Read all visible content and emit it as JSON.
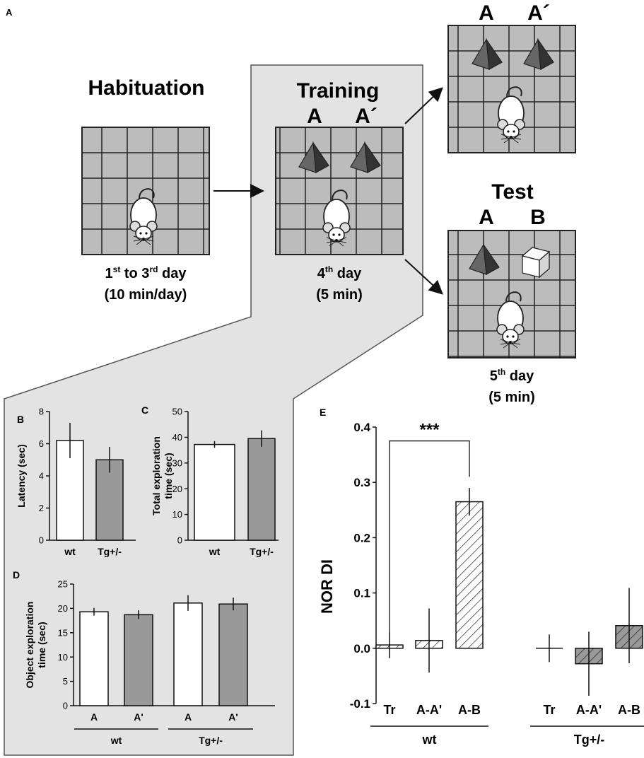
{
  "panel_letters": {
    "a": "A",
    "b": "B",
    "c": "C",
    "d": "D",
    "e": "E"
  },
  "protocol": {
    "habituation": {
      "title": "Habituation",
      "day_1": "1",
      "sup_1": "st",
      "day_mid": " to 3",
      "sup_2": "rd",
      "day_end": " day",
      "duration": "(10 min/day)"
    },
    "training": {
      "title": "Training",
      "obj_left": "A",
      "obj_right": "A´",
      "day": "4",
      "sup": "th",
      "day_end": " day",
      "duration": "(5 min)"
    },
    "top_arena": {
      "obj_left": "A",
      "obj_right": "A´"
    },
    "test": {
      "title": "Test",
      "obj_left": "A",
      "obj_right": "B",
      "day": "5",
      "sup": "th",
      "day_end": " day",
      "duration": "(5 min)"
    }
  },
  "colors": {
    "white_bar": "#ffffff",
    "gray_bar": "#999999",
    "panel_bg": "#e3e3e3",
    "tile": "#bcbcbc"
  },
  "chart_data": [
    {
      "id": "B",
      "type": "bar",
      "categories": [
        "wt",
        "Tg+/-"
      ],
      "values": [
        6.2,
        5.0
      ],
      "errors": [
        1.1,
        0.8
      ],
      "ylabel": "Latency (sec)",
      "ylim": [
        0,
        8
      ],
      "yticks": [
        0,
        2,
        4,
        6,
        8
      ],
      "fills": [
        "#ffffff",
        "#999999"
      ]
    },
    {
      "id": "C",
      "type": "bar",
      "categories": [
        "wt",
        "Tg+/-"
      ],
      "values": [
        37.2,
        39.5
      ],
      "errors": [
        1.3,
        3.2
      ],
      "ylabel": [
        "Total exploration",
        "time (sec)"
      ],
      "ylim": [
        0,
        50
      ],
      "yticks": [
        0,
        10,
        20,
        30,
        40,
        50
      ],
      "fills": [
        "#ffffff",
        "#999999"
      ]
    },
    {
      "id": "D",
      "type": "bar",
      "categories": [
        "A",
        "A'",
        "A",
        "A'"
      ],
      "groups": [
        {
          "label": "wt",
          "span": [
            0,
            1
          ]
        },
        {
          "label": "Tg+/-",
          "span": [
            2,
            3
          ]
        }
      ],
      "values": [
        19.3,
        18.7,
        21.1,
        20.9
      ],
      "errors": [
        0.8,
        0.9,
        1.6,
        1.3
      ],
      "ylabel": [
        "Object exploration",
        "time (sec)"
      ],
      "ylim": [
        0,
        25
      ],
      "yticks": [
        0,
        5,
        10,
        15,
        20,
        25
      ],
      "fills": [
        "#ffffff",
        "#999999",
        "#ffffff",
        "#999999"
      ]
    },
    {
      "id": "E",
      "type": "bar",
      "categories": [
        "Tr",
        "A-A'",
        "A-B",
        "Tr",
        "A-A'",
        "A-B"
      ],
      "groups": [
        {
          "label": "wt",
          "span": [
            0,
            2
          ]
        },
        {
          "label": "Tg+/-",
          "span": [
            3,
            5
          ]
        }
      ],
      "values": [
        0.006,
        0.014,
        0.265,
        0.0,
        -0.028,
        0.041
      ],
      "errors": [
        0.024,
        0.058,
        0.025,
        0.025,
        0.058,
        0.068
      ],
      "ylabel": "NOR DI",
      "ylim": [
        -0.1,
        0.4
      ],
      "yticks": [
        -0.1,
        0.0,
        0.1,
        0.2,
        0.3,
        0.4
      ],
      "ytick_labels": [
        "-0.1",
        "0.0",
        "0.1",
        "0.2",
        "0.3",
        "0.4"
      ],
      "fills": [
        "#ffffff",
        "#ffffff",
        "#ffffff",
        "#999999",
        "#999999",
        "#999999"
      ],
      "significance": {
        "from": 0,
        "to": 2,
        "label": "***"
      }
    }
  ]
}
